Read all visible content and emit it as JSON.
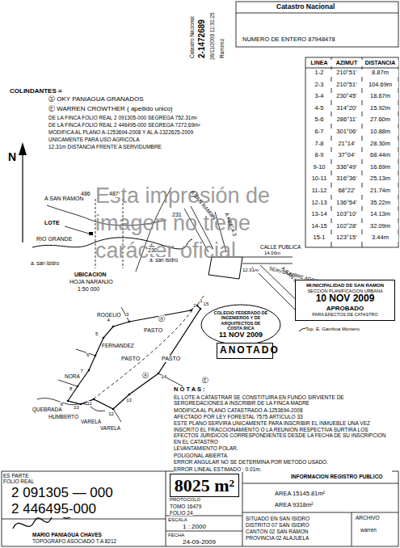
{
  "diagram": {
    "nodes": [
      {
        "text": [
          "MUNICIPALIDAD DE SAN RAMON",
          "SECCION PLANIFICACION URBANA",
          "10 NOV 2009",
          "APROBADO",
          "PARA EFECTOS DE CATASTRO"
        ]
      },
      {
        "text": [
          "COLEGIO FEDERADO DE INGENIEROS Y DE ARQUITECTOS DE COSTA RICA",
          "11 NOV 2009"
        ]
      },
      {
        "text": [
          "ANOTADO"
        ]
      },
      {
        "text": [
          "8025 m²"
        ]
      }
    ],
    "labels": [
      "Catastro Nacional",
      "Catastro Nacional",
      "2-1472689",
      "26/11/2009 11:31:25",
      "Ramirez",
      "NUMERO DE ENTERO 87948478",
      "LINEA",
      "AZIMUT",
      "DISTANCIA",
      "1-2",
      "210°51'",
      "8.87m",
      "2-3",
      "210°51'",
      "104.69m",
      "3-4",
      "230°45'",
      "18.67m",
      "4-5",
      "314°20'",
      "15.92m",
      "5-6",
      "286°11'",
      "27.60m",
      "6-7",
      "301°06'",
      "10.88m",
      "7-8",
      "21°14'",
      "28.30m",
      "8-9",
      "37°04'",
      "68.44m",
      "9-10",
      "336°49'",
      "16.69m",
      "10-11",
      "316°36'",
      "25.13m",
      "11-12",
      "68°22'",
      "21.74m",
      "12-13",
      "136°54'",
      "35.22m",
      "13-14",
      "103°10'",
      "14.13m",
      "14-15",
      "102°28'",
      "32.09m",
      "15-1",
      "123°15'",
      "3.44m",
      "COLINDANTES =",
      "Ⓢ OKY PANIAGUA GRANADOS",
      "Ⓔ WARREN CROWTHER ( apellido unico)",
      "DE LA FINCA FOLIO REAL 2 091305-000 SEGREGA 752.31m²",
      "DE LA FINCA FOLIO REAL 2 446495-000 SEGREGA 7272.69m²",
      "MODIFICA AL PLANO A-1253694-2008 Y AL A-1322625-2009",
      "UNICAMENTE PARA USO AGRICOLA",
      "12.31m DISTANCIA FRENTE A SERVIDUMBRE",
      "N",
      "A SAN RAMON",
      "486",
      "487",
      "231",
      "LOTE",
      "RIO GRANDE",
      "230",
      "a. san isidro",
      "a. san isidro",
      "UBICACION",
      "HOJA NARANJO",
      "1:50 000",
      "A SAN RAMON",
      "A FINCA 3",
      "CALLE PUBLICA",
      "14.00m",
      "SERVIDUMBRE AGRICOLA",
      "A SAN ISIDRO",
      "12.31m",
      "ROGELIO",
      "PASTO",
      "FERNANDEZ",
      "PASTO",
      "PASTO",
      "NORA",
      "QUEBRADA",
      "HUMBERTO",
      "VARELA",
      "VARELA",
      "1",
      "2",
      "3",
      "4",
      "5",
      "6",
      "7",
      "8",
      "9",
      "10",
      "11",
      "12",
      "13",
      "14",
      "15",
      "Ⓐ",
      "Ⓐ",
      "Ⓔ",
      "N O T A S :",
      "EL LOTE A CATASTRAR SE CONSTITUIRA EN FUNDO SIRVIENTE DE SERGREDACIONES A INSCRIBIR DE LA FINCA MADRE",
      "MODIFICA AL PLANO CATASTRADO A-1253694-2008",
      "AFECTADO POR LEY FORESTAL 7575 ARTICULO 33",
      "ESTE PLANO SERVIRA UNICAMENTE PARA INSCRIBIR EL INMUEBLE UNA VEZ INSCRITO EL FRACCIONAMIENTO O LA REUNION RESPECTIVA SURTIRA LOS EFECTOS JURIDICOS CORRESPONDIENTES DESDE LA FECHA DE SU INSCRIPCION EN EL CATASTRO",
      "LEVANTAMIENTO POLAR.",
      "POLIGONAL ABIERTA.",
      "ERROR ANGULAR NO SE DETERMINA POR METODO USADO.",
      "ERROR LINEAL ESTIMADO : 0.01m.",
      "Esta impresión de imagen no tiene carácter oficial",
      "Top. E. Gamboa Montero",
      "ES PARTE FOLIO REAL",
      "2  091305 — 000",
      "2  446495-000",
      "MARIO PANIAGUA CHAVES",
      "TOPOGRAFO ASOCIADO T.A 8212",
      "PROTOCOLO",
      "TOMO 16479",
      "FOLIO 24",
      "ESCALA",
      "1 : 2000",
      "FECHA",
      "24-09-2009",
      "INFORMACION REGISTRO PUBLICO",
      "AREA 15145.81m²",
      "AREA 9318m²",
      "ARCHIVO",
      "warren",
      "SITUADO EN SAN ISIDRO",
      "DISTRITO 07 SAN ISIDRO",
      "CANTON 02 SAN RAMON",
      "PROVINCIA 02 ALAJUELA"
    ]
  }
}
